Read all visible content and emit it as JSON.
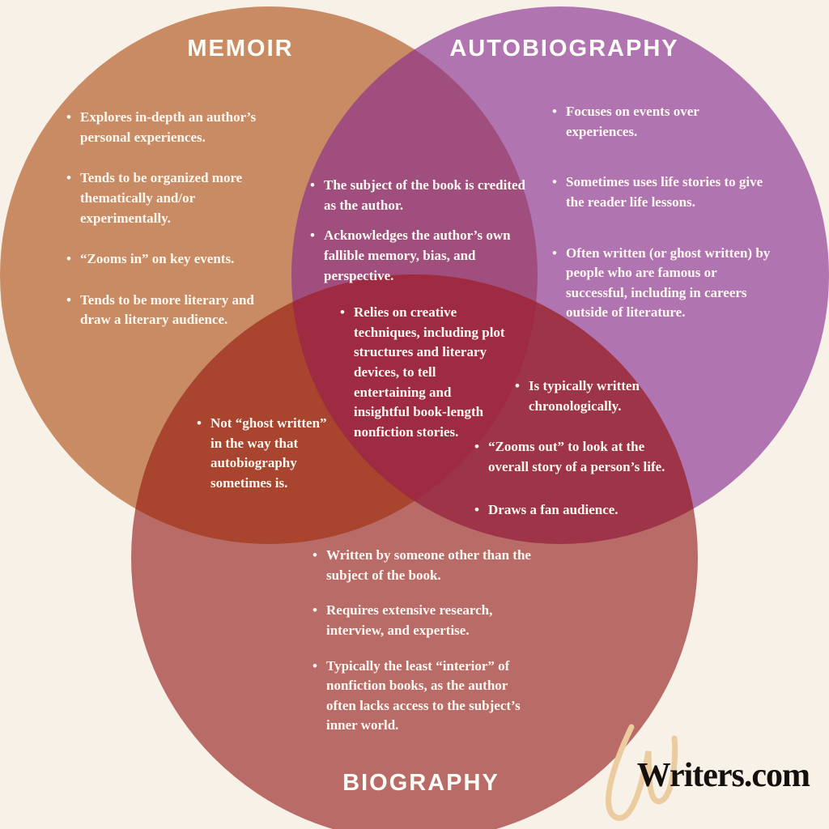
{
  "colors": {
    "background": "#F8F1E7",
    "memoir_circle": "#C88B63",
    "autobiography_circle": "#B074B0",
    "biography_circle": "#B96B67",
    "memoir_autobiography_overlap": "#A04E7D",
    "memoir_biography_overlap": "#A9442F",
    "autobiography_biography_overlap": "#9D3448",
    "center_overlap": "#9E2B42",
    "text": "#FFF8F0",
    "logo_text": "#14100E",
    "logo_flourish": "#EBCBA0"
  },
  "titles": {
    "memoir": "MEMOIR",
    "autobiography": "AUTOBIOGRAPHY",
    "biography": "BIOGRAPHY"
  },
  "regions": {
    "memoir": {
      "items": [
        "Explores in-depth an author’s personal experiences.",
        "Tends to be organized more thematically and/or experimentally.",
        "“Zooms in” on key events.",
        "Tends to be more literary and draw a literary audience."
      ]
    },
    "autobiography": {
      "items": [
        "Focuses on events over experiences.",
        "Sometimes uses life stories to give the reader life lessons.",
        "Often written (or ghost written) by people who are famous or successful, including in careers outside of literature."
      ]
    },
    "biography": {
      "items": [
        "Written by someone other than the subject of the book.",
        "Requires extensive research, interview, and expertise.",
        "Typically the least “interior” of nonfiction books, as the author often lacks access to the subject’s inner world."
      ]
    },
    "memoir_autobiography": {
      "items": [
        "The subject of the book is credited as the author.",
        "Acknowledges the author’s own fallible memory, bias, and perspective."
      ]
    },
    "memoir_biography": {
      "items": [
        "Not “ghost written” in the way that autobiography sometimes is."
      ]
    },
    "autobiography_biography": {
      "items": [
        "Is typically written chronologically.",
        "“Zooms out” to look at the overall story of a person’s life.",
        "Draws a fan audience."
      ]
    },
    "center": {
      "items": [
        "Relies on creative techniques, including plot structures and literary devices, to tell entertaining and insightful book-length nonfiction stories."
      ]
    }
  },
  "logo": {
    "text": "Writers.com"
  }
}
